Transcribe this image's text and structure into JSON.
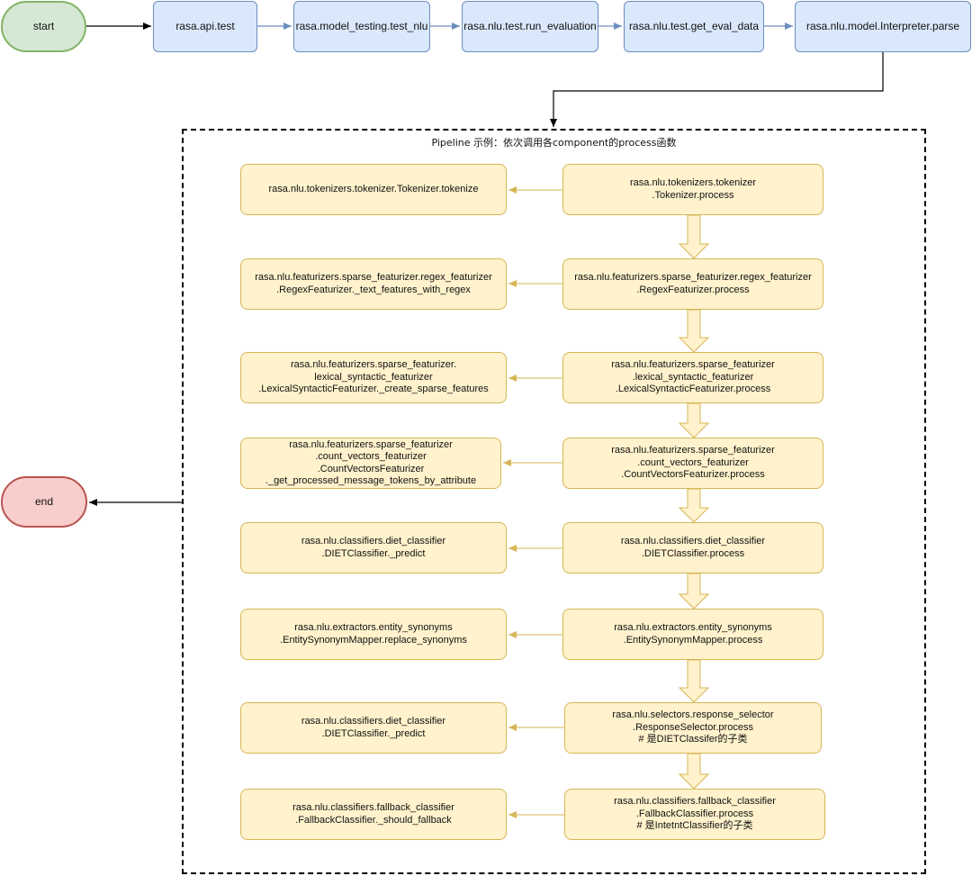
{
  "top_flow": {
    "start": "start",
    "steps": [
      "rasa.api.test",
      "rasa.model_testing.test_nlu",
      "rasa.nlu.test.run_evaluation",
      "rasa.nlu.test.get_eval_data",
      "rasa.nlu.model.Interpreter.parse"
    ]
  },
  "end": "end",
  "pipeline": {
    "title": "Pipeline 示例：依次调用各component的process函数",
    "rows": [
      {
        "process": "rasa.nlu.tokenizers.tokenizer\n.Tokenizer.process",
        "target": "rasa.nlu.tokenizers.tokenizer.Tokenizer.tokenize"
      },
      {
        "process": "rasa.nlu.featurizers.sparse_featurizer.regex_featurizer\n.RegexFeaturizer.process",
        "target": "rasa.nlu.featurizers.sparse_featurizer.regex_featurizer\n.RegexFeaturizer._text_features_with_regex"
      },
      {
        "process": "rasa.nlu.featurizers.sparse_featurizer\n.lexical_syntactic_featurizer\n.LexicalSyntacticFeaturizer.process",
        "target": "rasa.nlu.featurizers.sparse_featurizer.\nlexical_syntactic_featurizer\n.LexicalSyntacticFeaturizer._create_sparse_features"
      },
      {
        "process": "rasa.nlu.featurizers.sparse_featurizer\n.count_vectors_featurizer\n.CountVectorsFeaturizer.process",
        "target": "rasa.nlu.featurizers.sparse_featurizer\n.count_vectors_featurizer\n.CountVectorsFeaturizer\n._get_processed_message_tokens_by_attribute"
      },
      {
        "process": "rasa.nlu.classifiers.diet_classifier\n.DIETClassifier.process",
        "target": "rasa.nlu.classifiers.diet_classifier\n.DIETClassifier._predict"
      },
      {
        "process": "rasa.nlu.extractors.entity_synonyms\n.EntitySynonymMapper.process",
        "target": "rasa.nlu.extractors.entity_synonyms\n.EntitySynonymMapper.replace_synonyms"
      },
      {
        "process": "rasa.nlu.selectors.response_selector\n.ResponseSelector.process\n# 是DIETClassifer的子类",
        "target": "rasa.nlu.classifiers.diet_classifier\n.DIETClassifier._predict"
      },
      {
        "process": "rasa.nlu.classifiers.fallback_classifier\n.FallbackClassifier.process\n# 是IntetntClassifier的子类",
        "target": "rasa.nlu.classifiers.fallback_classifier\n.FallbackClassifier._should_fallback"
      }
    ]
  },
  "colors": {
    "start_fill": "#d5e8d4",
    "start_stroke": "#82b366",
    "end_fill": "#f8cecc",
    "end_stroke": "#b85450",
    "step_fill": "#dae8fc",
    "step_stroke": "#6c8ebf",
    "component_fill": "#fff2cc",
    "component_stroke": "#d6b656"
  }
}
